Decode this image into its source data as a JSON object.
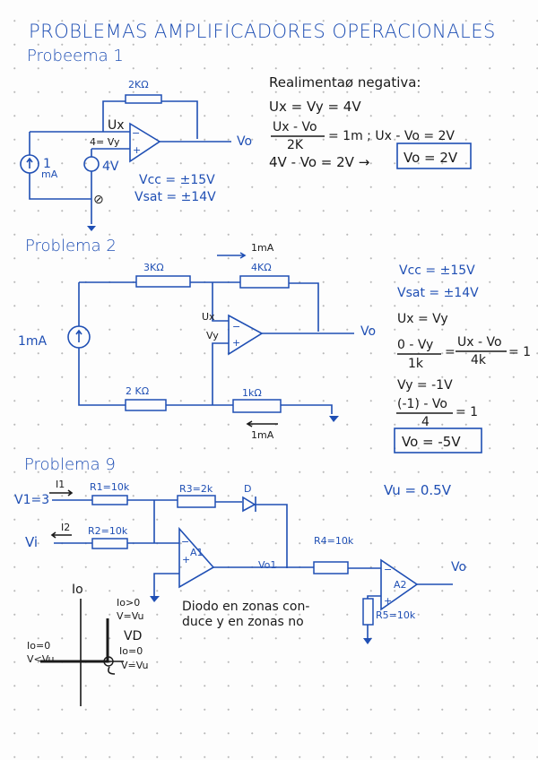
{
  "title": "PROBLEMAS AMPLIFICADORES OPERACIONALES",
  "colors": {
    "ink_blue": "#1f4fb4",
    "ink_black": "#1a1a1a",
    "grid_dot": "#b9b9b9"
  },
  "p1": {
    "heading": "Probeema 1",
    "r_feedback": "2KΩ",
    "ux": "Ux",
    "uy": "4= Vy",
    "source_i": "1",
    "source_i_unit": "mA",
    "source_v": "4V",
    "ground": "⊘",
    "vo": "Vo",
    "vcc": "Vcc = ±15V",
    "vsat": "Vsat = ±14V",
    "eq_title": "Realimentaø negativa:",
    "eq1": "Ux = Vy = 4V",
    "eq2_num": "Ux - Vo",
    "eq2_den": "2K",
    "eq2_rest": "= 1m ; Ux - Vo = 2V",
    "eq3": "4V - Vo = 2V →",
    "result": "Vo = 2V"
  },
  "p2": {
    "heading": "Problema 2",
    "current_top": "1mA",
    "r1": "3KΩ",
    "r2": "4KΩ",
    "r3": "2 KΩ",
    "r4": "1kΩ",
    "source": "1mA",
    "ux": "Ux",
    "vy": "Vy",
    "vo": "Vo",
    "current_bottom": "1mA",
    "vcc": "Vcc = ±15V",
    "vsat": "Vsat = ±14V",
    "eq1": "Ux = Vy",
    "eq2_num_a": "0 - Vy",
    "eq2_den_a": "1k",
    "eq2_num_b": "Ux - Vo",
    "eq2_den_b": "4k",
    "eq2_end": "= 1",
    "eq3": "Vy = -1V",
    "eq4_num": "(-1) - Vo",
    "eq4_den": "4",
    "eq4_end": "= 1",
    "result": "Vo = -5V"
  },
  "p3": {
    "heading": "Problema 9",
    "vu": "Vu = 0.5V",
    "v1": "V1=3",
    "i1": "I1",
    "r1": "R1=10k",
    "r3": "R3=2k",
    "diode": "D",
    "vi": "Vi",
    "i2": "I2",
    "r2": "R2=10k",
    "a1": "A1",
    "vo1": "Vo1",
    "r4": "R4=10k",
    "a2": "A2",
    "vo": "Vo",
    "r5": "R5=10k",
    "note_line1": "Diodo en zonas con-",
    "note_line2": "duce y en zonas no",
    "graph": {
      "y_axis": "Io",
      "x_axis": "VD",
      "on_1": "Io>0",
      "on_2": "V=Vu",
      "off_1": "Io=0",
      "off_2": "V<Vu",
      "knee_1": "Io=0",
      "knee_2": "V=Vu"
    }
  }
}
